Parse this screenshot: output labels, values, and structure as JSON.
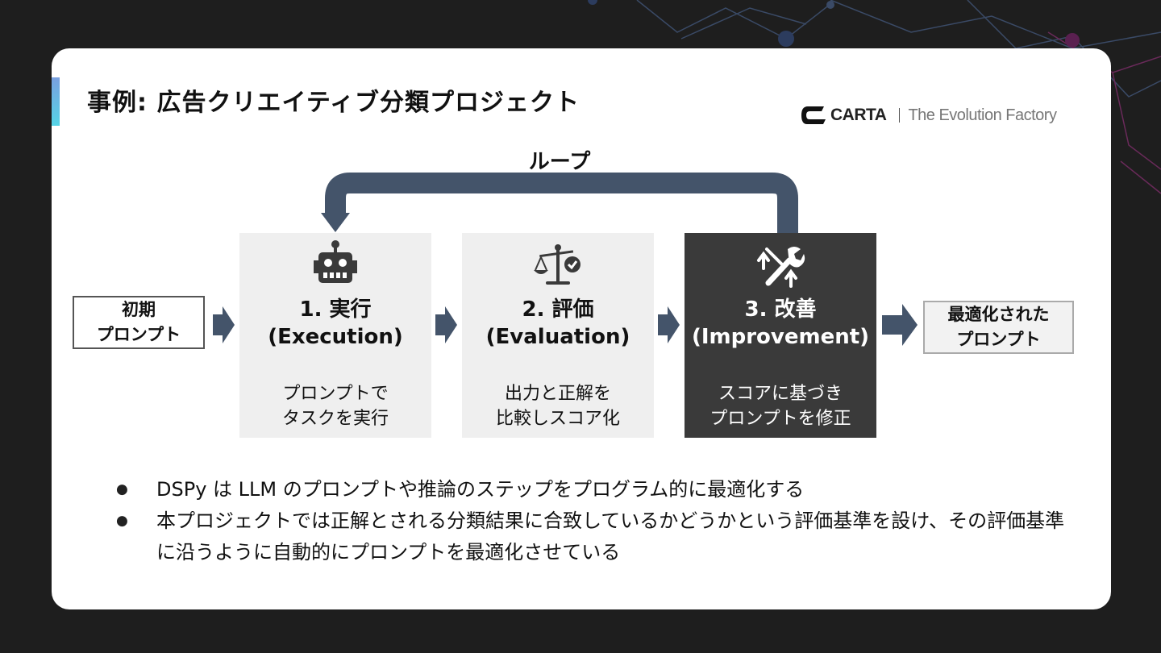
{
  "slide": {
    "title": "事例: 広告クリエイティブ分類プロジェクト"
  },
  "brand": {
    "name": "CARTA",
    "tagline": "The Evolution Factory"
  },
  "diagram": {
    "loop_label": "ループ",
    "input": {
      "line1": "初期",
      "line2": "プロンプト"
    },
    "output": {
      "line1": "最適化された",
      "line2": "プロンプト"
    },
    "steps": [
      {
        "icon": "robot-icon",
        "title_line1": "1. 実行",
        "title_line2": "(Execution)",
        "desc_line1": "プロンプトで",
        "desc_line2": "タスクを実行"
      },
      {
        "icon": "scale-check-icon",
        "title_line1": "2. 評価",
        "title_line2": "(Evaluation)",
        "desc_line1": "出力と正解を",
        "desc_line2": "比較しスコア化"
      },
      {
        "icon": "tools-improve-icon",
        "title_line1": "3. 改善",
        "title_line2": "(Improvement)",
        "desc_line1": "スコアに基づき",
        "desc_line2": "プロンプトを修正"
      }
    ]
  },
  "bullets": [
    "DSPy は LLM のプロンプトや推論のステップをプログラム的に最適化する",
    "本プロジェクトでは正解とされる分類結果に合致しているかどうかという評価基準を設け、その評価基準に沿うように自動的にプロンプトを最適化させている"
  ],
  "colors": {
    "background": "#1e1e1e",
    "card": "#ffffff",
    "arrow": "#44546a",
    "step_active": "#3a3a3a",
    "step_inactive": "#efefef"
  }
}
